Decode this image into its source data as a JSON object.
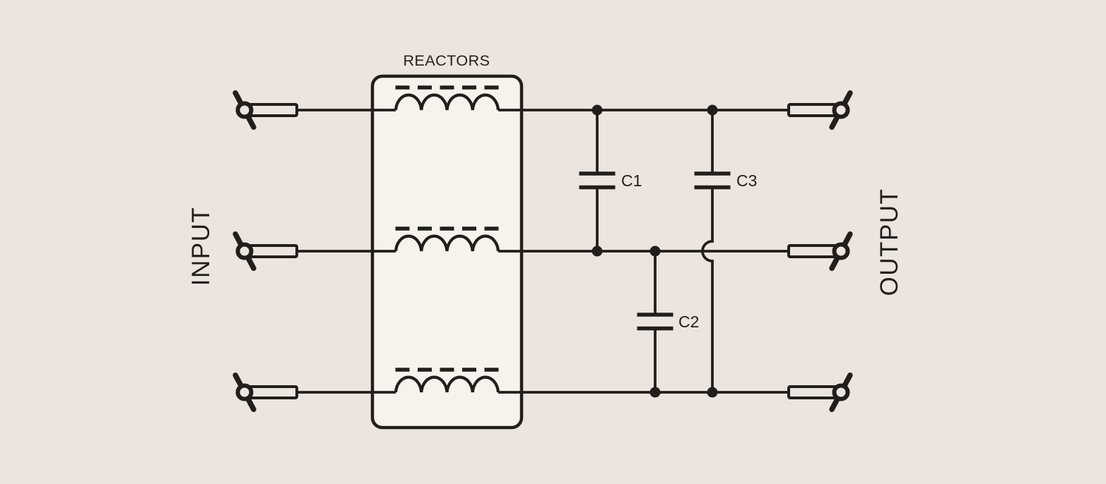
{
  "colors": {
    "bg": "#ece4de",
    "panel": "#f6f2ec",
    "ink": "#221e1b"
  },
  "labels": {
    "reactors": "REACTORS",
    "input": "INPUT",
    "output": "OUTPUT"
  },
  "capacitors": [
    {
      "label": "C1"
    },
    {
      "label": "C2"
    },
    {
      "label": "C3"
    }
  ]
}
